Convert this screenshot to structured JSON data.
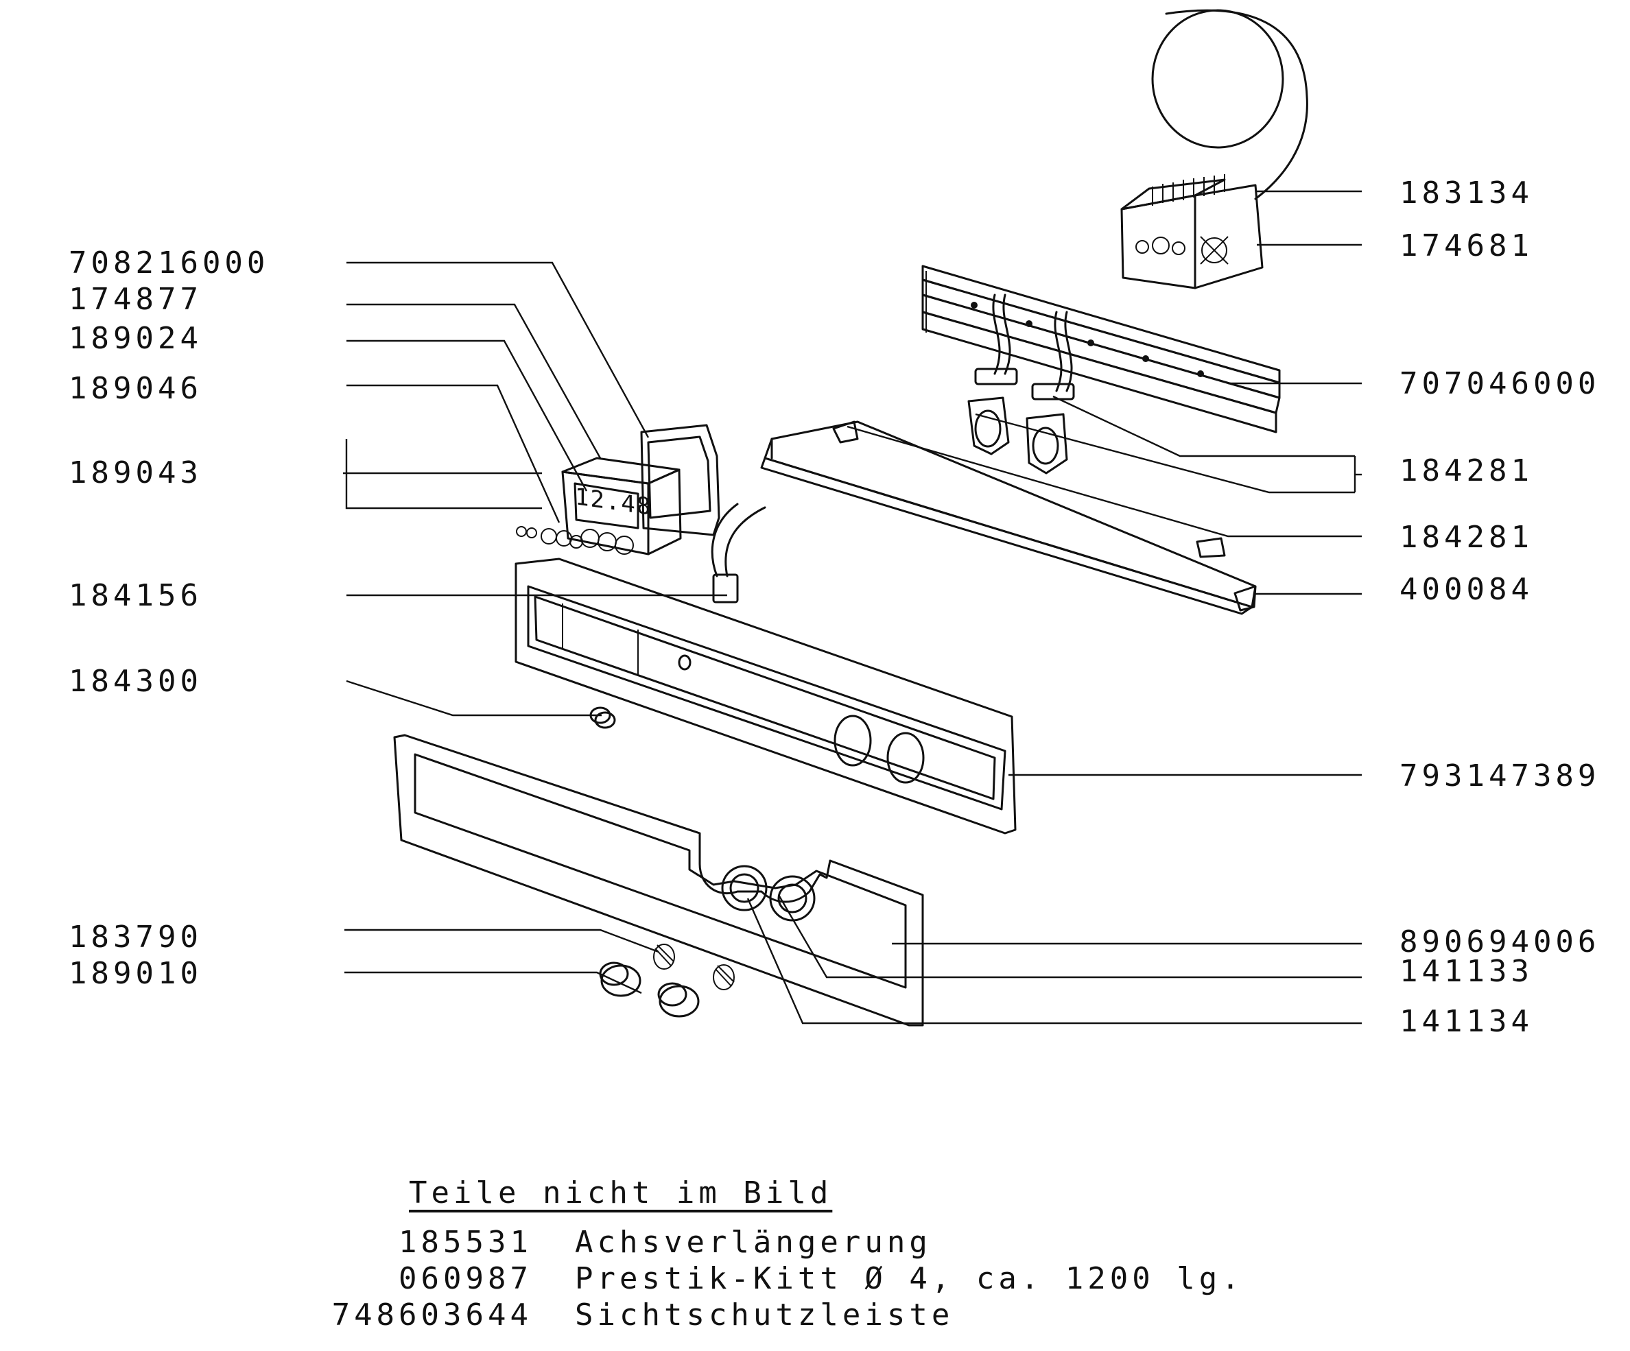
{
  "labels": {
    "l708216000": "708216000",
    "l174877": "174877",
    "l189024": "189024",
    "l189046": "189046",
    "l189043": "189043",
    "l184156": "184156",
    "l184300": "184300",
    "l183790": "183790",
    "l189010": "189010",
    "l183134": "183134",
    "l174681": "174681",
    "l707046000": "707046000",
    "l184281a": "184281",
    "l184281b": "184281",
    "l400084": "400084",
    "l793147389": "793147389",
    "l890694006": "890694006",
    "l141133": "141133",
    "l141134": "141134"
  },
  "display_text": "12.48",
  "notes": {
    "title": "Teile nicht im Bild",
    "items": [
      {
        "number": "185531",
        "description": "Achsverlängerung"
      },
      {
        "number": "060987",
        "description": "Prestik-Kitt Ø 4, ca. 1200 lg."
      },
      {
        "number": "748603644",
        "description": "Sichtschutzleiste"
      }
    ]
  }
}
